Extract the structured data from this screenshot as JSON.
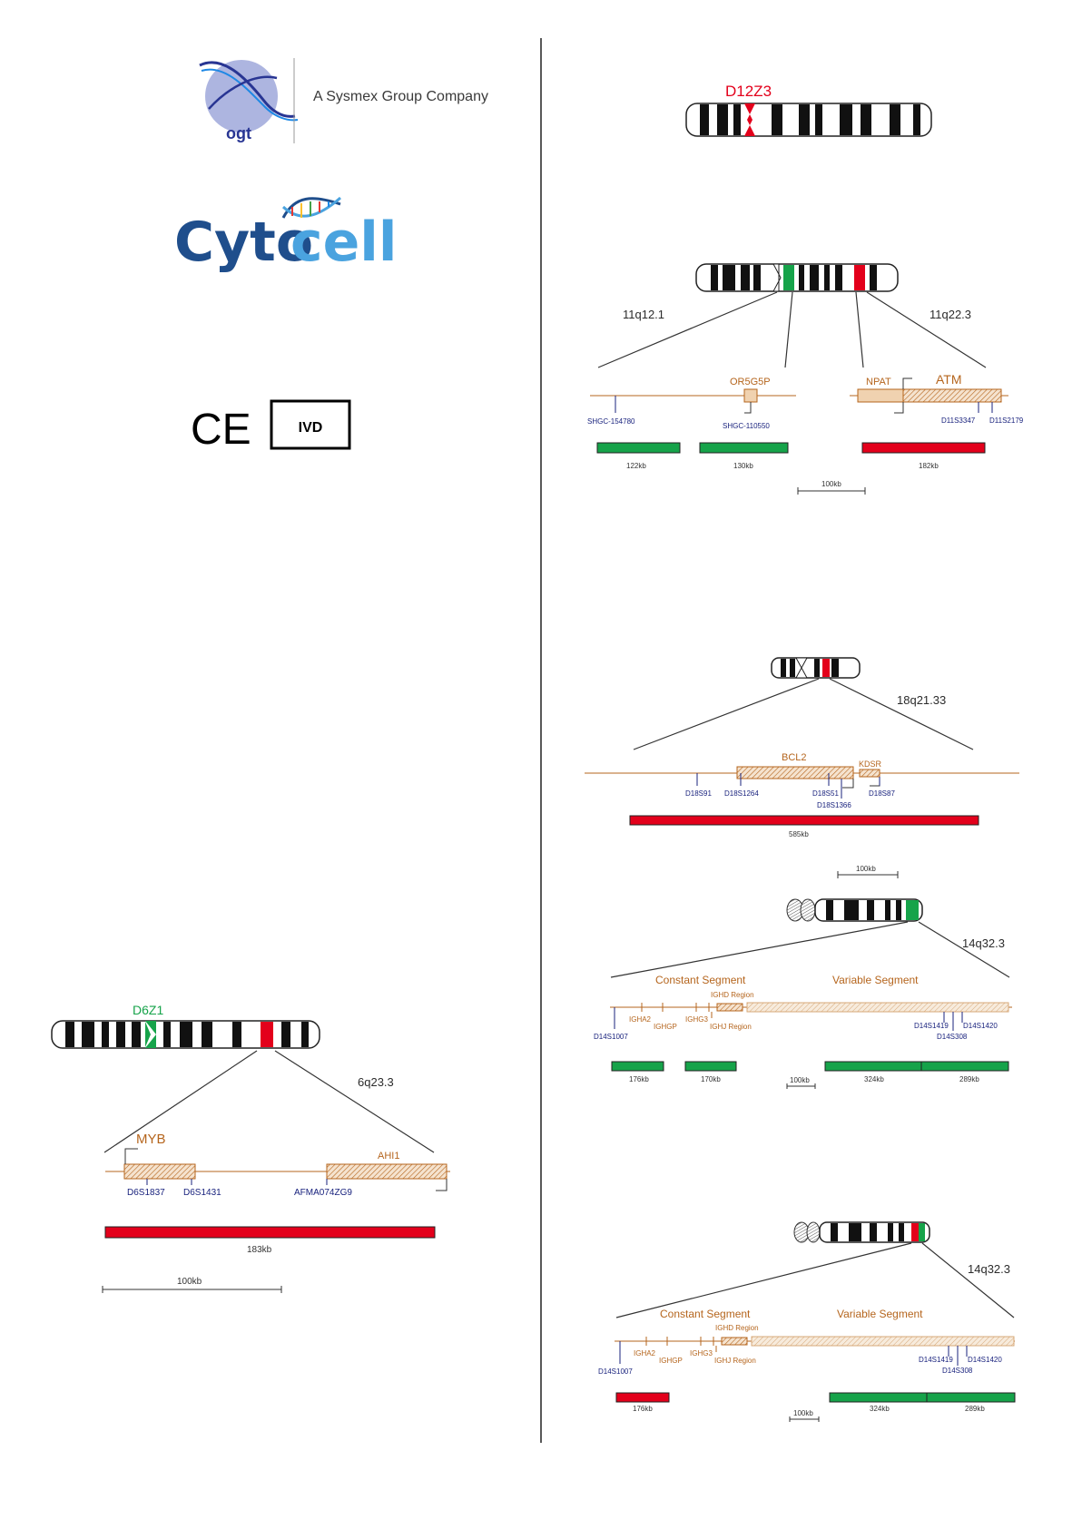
{
  "header": {
    "company_subtitle": "A Sysmex Group Company",
    "ogt_text": "ogt",
    "cytocell_text_a": "Cyto",
    "cytocell_text_b": "cell",
    "ce_mark": "CE",
    "ivd": "IVD"
  },
  "colors": {
    "red": "#e3001b",
    "green": "#16a34a",
    "gene_orange": "#b5651d",
    "marker_blue": "#1a237e",
    "cytocell_dark": "#1f4e8c",
    "cytocell_light": "#4aa3df"
  },
  "diagrams": {
    "d12z3": {
      "centromere_label": "D12Z3"
    },
    "chr11": {
      "band_left": "11q12.1",
      "band_right": "11q22.3",
      "genes": [
        "OR5G5P",
        "NPAT",
        "ATM"
      ],
      "markers": [
        "SHGC-154780",
        "SHGC-110550",
        "D11S3347",
        "D11S2179"
      ],
      "probes": [
        {
          "size": "122kb",
          "color": "green"
        },
        {
          "size": "130kb",
          "color": "green"
        },
        {
          "size": "182kb",
          "color": "red"
        }
      ],
      "scale": "100kb"
    },
    "chr18": {
      "band": "18q21.33",
      "genes": [
        "BCL2",
        "KDSR"
      ],
      "markers": [
        "D18S91",
        "D18S1264",
        "D18S51",
        "D18S1366",
        "D18S87"
      ],
      "probes": [
        {
          "size": "585kb",
          "color": "red"
        }
      ],
      "scale": "100kb"
    },
    "chr14a": {
      "band": "14q32.3",
      "constant_segment": "Constant Segment",
      "variable_segment": "Variable Segment",
      "regions": [
        "IGHD Region",
        "IGHJ Region"
      ],
      "genes": [
        "IGHA2",
        "IGHGP",
        "IGHG3"
      ],
      "markers": [
        "D14S1007",
        "D14S1419",
        "D14S308",
        "D14S1420"
      ],
      "probes": [
        {
          "size": "176kb",
          "color": "green"
        },
        {
          "size": "170kb",
          "color": "green"
        },
        {
          "size": "324kb",
          "color": "green"
        },
        {
          "size": "289kb",
          "color": "green"
        }
      ],
      "scale": "100kb"
    },
    "chr14b": {
      "band": "14q32.3",
      "constant_segment": "Constant Segment",
      "variable_segment": "Variable Segment",
      "regions": [
        "IGHD Region",
        "IGHJ Region"
      ],
      "genes": [
        "IGHA2",
        "IGHGP",
        "IGHG3"
      ],
      "markers": [
        "D14S1007",
        "D14S1419",
        "D14S308",
        "D14S1420"
      ],
      "probes": [
        {
          "size": "176kb",
          "color": "red"
        },
        {
          "size": "324kb",
          "color": "green"
        },
        {
          "size": "289kb",
          "color": "green"
        }
      ],
      "scale": "100kb"
    },
    "chr6": {
      "centromere_label": "D6Z1",
      "band": "6q23.3",
      "genes": [
        "MYB",
        "AHI1"
      ],
      "markers": [
        "D6S1837",
        "D6S1431",
        "AFMA074ZG9"
      ],
      "probes": [
        {
          "size": "183kb",
          "color": "red"
        }
      ],
      "scale": "100kb"
    }
  }
}
